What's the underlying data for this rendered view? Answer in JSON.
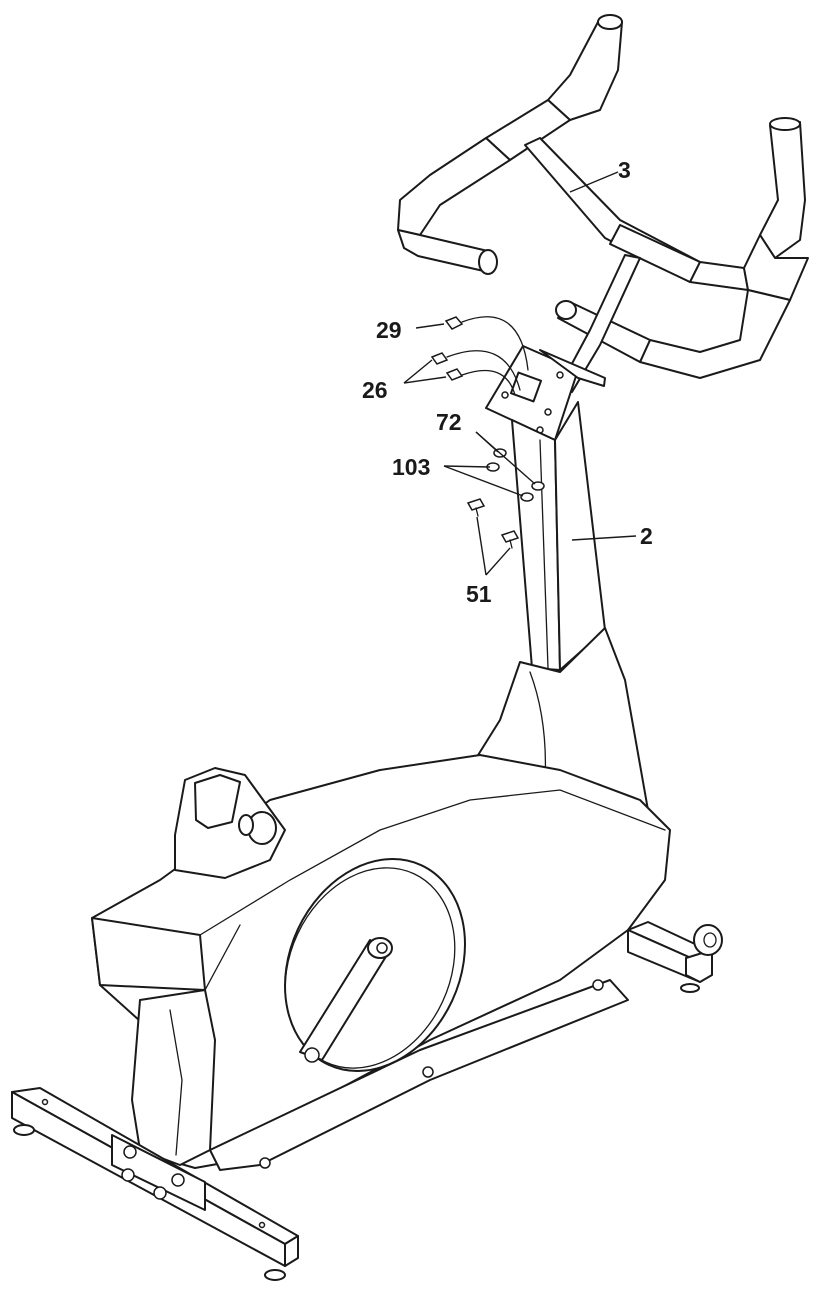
{
  "callouts": {
    "handlebar": "3",
    "nut_29": "29",
    "nut_26": "26",
    "washer_72": "72",
    "washer_103": "103",
    "bolt_51": "51",
    "console_mast": "2"
  },
  "colors": {
    "line": "#1a1a1a",
    "background": "#ffffff"
  }
}
